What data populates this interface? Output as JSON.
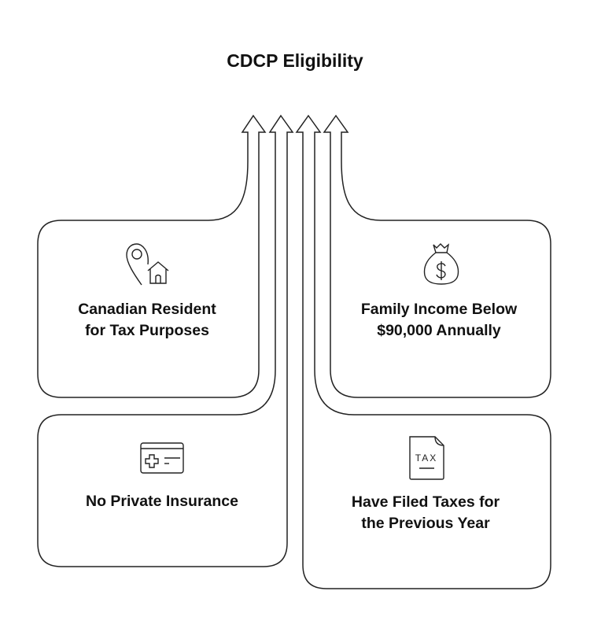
{
  "title": "CDCP Eligibility",
  "criteria": [
    {
      "icon": "location-home-icon",
      "line1": "Canadian Resident",
      "line2": "for Tax Purposes"
    },
    {
      "icon": "money-bag-icon",
      "line1": "Family Income Below",
      "line2": "$90,000 Annually"
    },
    {
      "icon": "insurance-card-icon",
      "line1": "No Private Insurance"
    },
    {
      "icon": "tax-document-icon",
      "line1": "Have Filed Taxes for",
      "line2": "the Previous Year",
      "icon_text": "TAX"
    }
  ]
}
